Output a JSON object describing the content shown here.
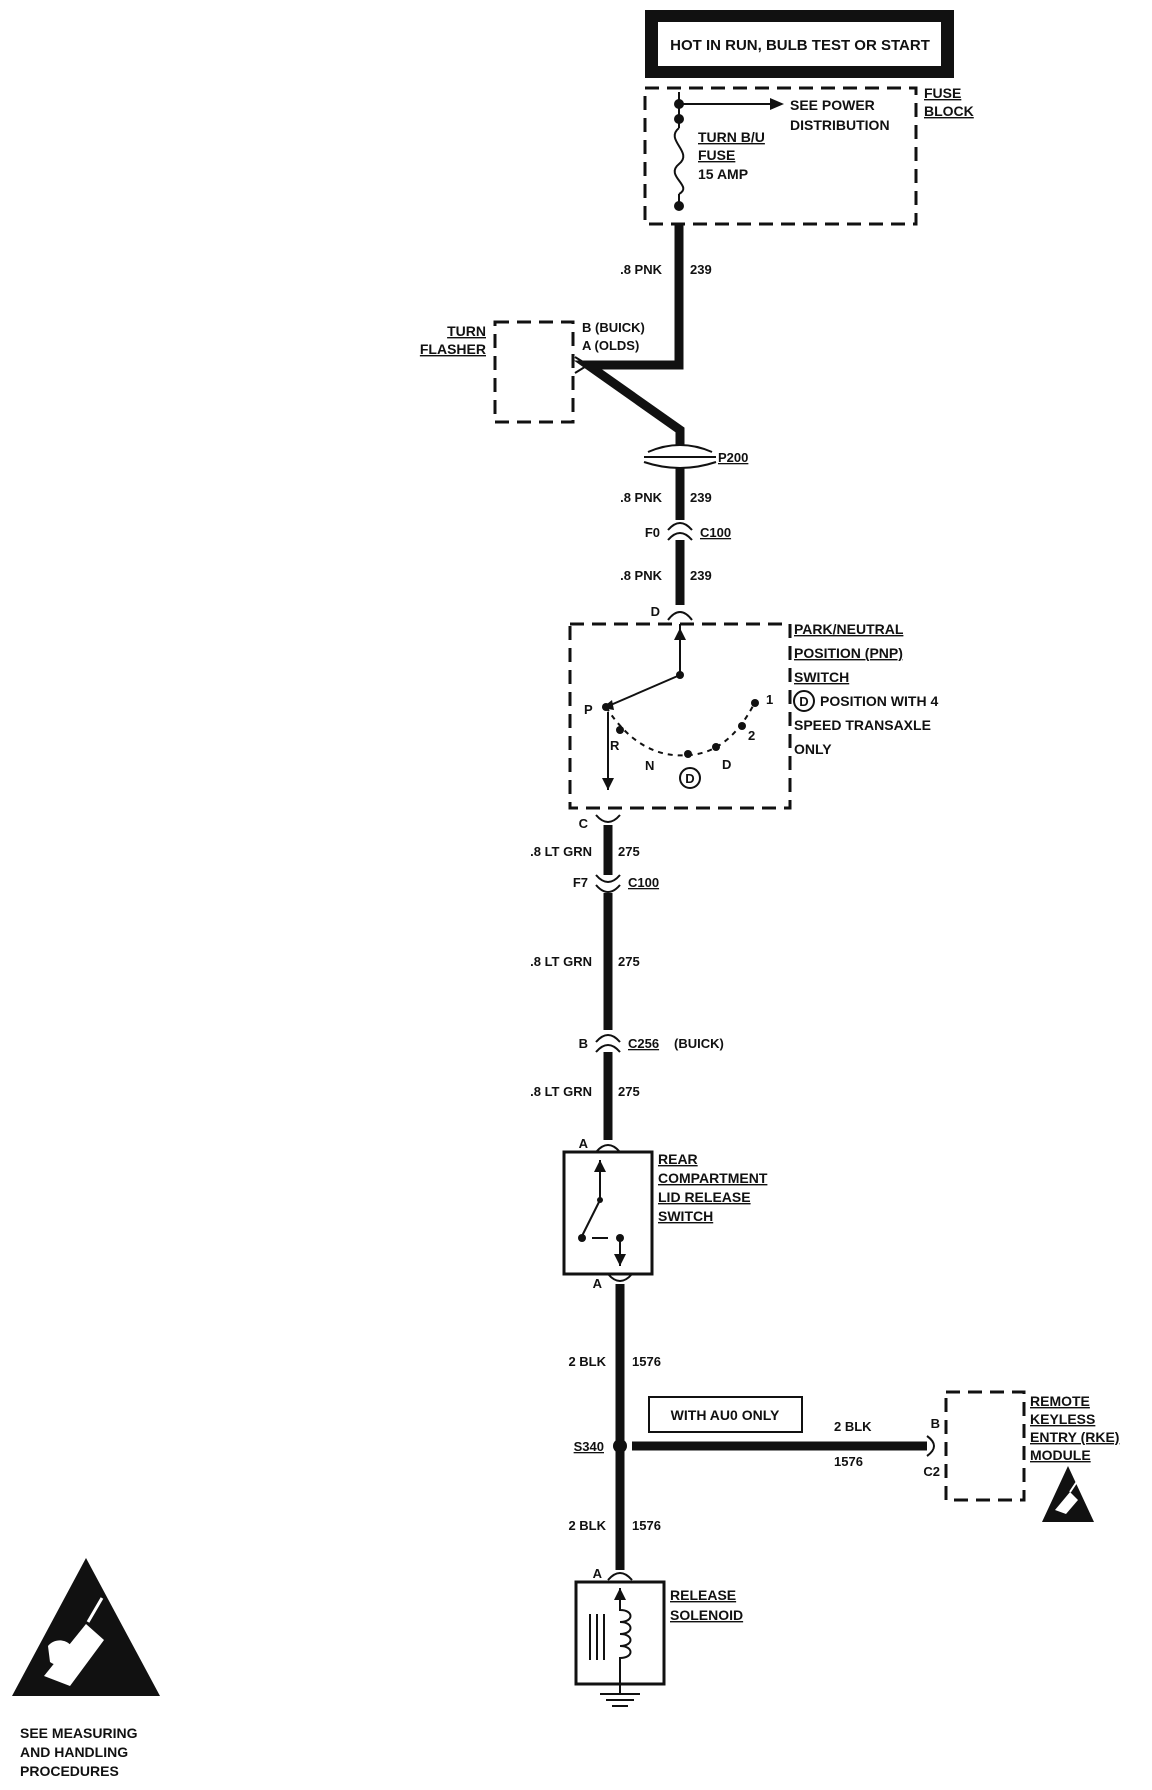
{
  "header": {
    "title": "HOT IN RUN, BULB TEST OR START"
  },
  "fuse_block": {
    "label_line1": "FUSE",
    "label_line2": "BLOCK",
    "see_power_line1": "SEE POWER",
    "see_power_line2": "DISTRIBUTION",
    "fuse_line1": "TURN B/U",
    "fuse_line2": "FUSE",
    "fuse_line3": "15 AMP"
  },
  "turn_flasher": {
    "label_line1": "TURN",
    "label_line2": "FLASHER",
    "pin_b": "B (BUICK)",
    "pin_a": "A (OLDS)"
  },
  "wires": [
    {
      "gauge": ".8 PNK",
      "circuit": "239"
    },
    {
      "gauge": ".8 PNK",
      "circuit": "239"
    },
    {
      "gauge": ".8 PNK",
      "circuit": "239"
    },
    {
      "gauge": ".8 LT GRN",
      "circuit": "275"
    },
    {
      "gauge": ".8 LT GRN",
      "circuit": "275"
    },
    {
      "gauge": ".8 LT GRN",
      "circuit": "275"
    },
    {
      "gauge": "2 BLK",
      "circuit": "1576"
    },
    {
      "gauge": "2 BLK",
      "circuit": "1576"
    },
    {
      "gauge": "2 BLK",
      "circuit": "1576"
    }
  ],
  "splice_p200": "P200",
  "connectors": {
    "c100_top_pin": "F0",
    "c100_top_name": "C100",
    "pnp_top_pin": "D",
    "pnp_bottom_pin": "C",
    "c100_bottom_pin": "F7",
    "c100_bottom_name": "C100",
    "c256_pin": "B",
    "c256_name": "C256",
    "c256_note": "(BUICK)",
    "switch_top_pin": "A",
    "switch_bottom_pin": "A",
    "solenoid_pin": "A",
    "rke_pin_b": "B",
    "rke_pin_c2": "C2"
  },
  "pnp_switch": {
    "label_line1": "PARK/NEUTRAL",
    "label_line2": "POSITION (PNP)",
    "label_line3": "SWITCH",
    "note_symbol": "D",
    "note_line1": "POSITION WITH 4",
    "note_line2": "SPEED TRANSAXLE",
    "note_line3": "ONLY",
    "pos_p": "P",
    "pos_r": "R",
    "pos_n": "N",
    "pos_d": "D",
    "pos_d_circle": "D",
    "pos_2": "2",
    "pos_1": "1"
  },
  "release_switch": {
    "label_line1": "REAR",
    "label_line2": "COMPARTMENT",
    "label_line3": "LID RELEASE",
    "label_line4": "SWITCH"
  },
  "splice_s340": "S340",
  "option_box": "WITH AU0 ONLY",
  "rke_module": {
    "label_line1": "REMOTE",
    "label_line2": "KEYLESS",
    "label_line3": "ENTRY (RKE)",
    "label_line4": "MODULE"
  },
  "solenoid": {
    "label_line1": "RELEASE",
    "label_line2": "SOLENOID"
  },
  "esd_note": {
    "line1": "SEE MEASURING",
    "line2": "AND HANDLING",
    "line3": "PROCEDURES"
  }
}
